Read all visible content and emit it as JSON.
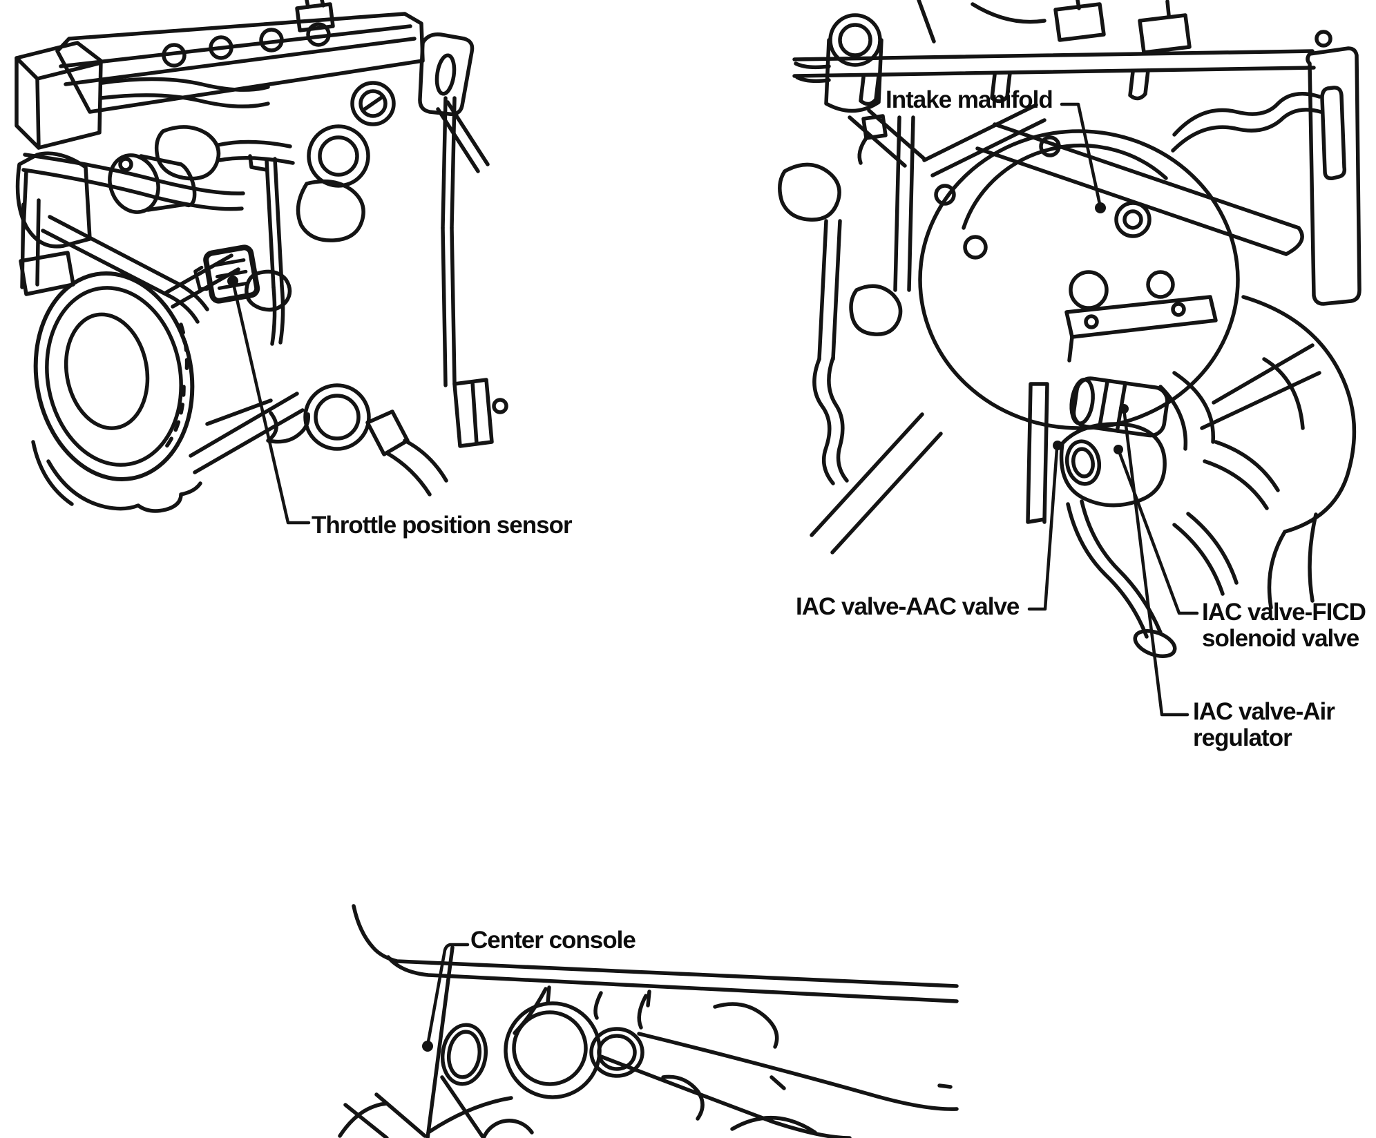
{
  "figure": {
    "background": "#ffffff",
    "line_color": "#141414",
    "labels": {
      "throttle": "Throttle position sensor",
      "intake": "Intake manifold",
      "iac_aac": "IAC valve-AAC valve",
      "iac_ficd_line1": "IAC valve-FICD",
      "iac_ficd_line2": "solenoid valve",
      "iac_air_line1": "IAC valve-Air",
      "iac_air_line2": "regulator",
      "console": "Center console"
    }
  }
}
